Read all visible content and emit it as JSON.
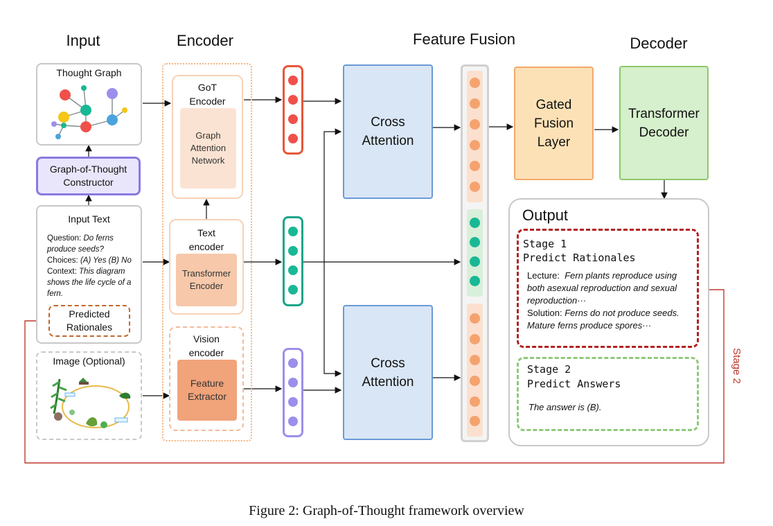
{
  "headers": {
    "input": "Input",
    "encoder": "Encoder",
    "feature_fusion": "Feature Fusion",
    "decoder": "Decoder"
  },
  "input": {
    "thought_graph_title": "Thought Graph",
    "constructor_label": "Graph-of-Thought Constructor",
    "input_text_title": "Input Text",
    "question_label": "Question:",
    "question_text": "Do ferns produce seeds?",
    "choices_label": "Choices:",
    "choices_text": "(A) Yes (B) No",
    "context_label": "Context:",
    "context_text": "This diagram shows the life cycle of a fern.",
    "predicted_rationales": "Predicted Rationales",
    "image_title": "Image (Optional)"
  },
  "encoder": {
    "got_title": "GoT Encoder",
    "got_inner": "Graph Attention Network",
    "text_title": "Text encoder",
    "text_inner": "Transformer Encoder",
    "vision_title": "Vision encoder",
    "vision_inner": "Feature Extractor"
  },
  "fusion": {
    "cross_attention_top": "Cross Attention",
    "cross_attention_bottom": "Cross Attention",
    "gated_fusion": "Gated Fusion Layer"
  },
  "decoder": {
    "transformer_decoder": "Transformer Decoder"
  },
  "output": {
    "title": "Output",
    "stage1_line1": "Stage 1",
    "stage1_line2": "Predict Rationales",
    "lecture_label": "Lecture:",
    "lecture_text": "Fern plants reproduce using both asexual reproduction and sexual reproduction···",
    "solution_label": "Solution:",
    "solution_text": "Ferns do not produce seeds. Mature ferns produce spores···",
    "stage2_line1": "Stage 2",
    "stage2_line2": "Predict Answers",
    "answer_text": "The answer is (B).",
    "stage2_side_label": "Stage 2"
  },
  "caption": "Figure 2: Graph-of-Thought framework overview",
  "colors": {
    "red_node": "#f0504a",
    "teal_node": "#19b895",
    "purple_node": "#9b8fec",
    "fusion_dot": "#f4a36f",
    "cross_attention_fill": "#d9e6f5",
    "cross_attention_border": "#6a9ad6",
    "gated_fill": "#fde1b6",
    "gated_border": "#f2a86b",
    "decoder_fill": "#d6efcc",
    "decoder_border": "#8cc86a",
    "stage1_border": "#b22222",
    "stage2_border": "#8fc97a",
    "feedback_line": "#c0392b"
  }
}
